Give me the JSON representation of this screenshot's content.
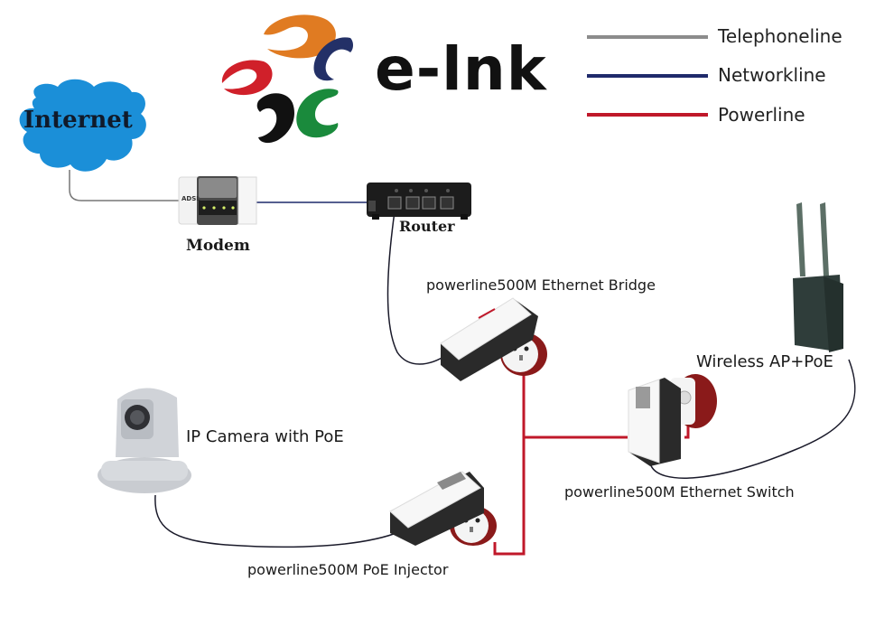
{
  "brand": {
    "name": "e-lnk",
    "logo_colors": [
      "#e07b22",
      "#d0202a",
      "#233067",
      "#111111",
      "#1a8a3c"
    ]
  },
  "legend": [
    {
      "label": "Telephoneline",
      "color": "#8c8c8c"
    },
    {
      "label": "Networkline",
      "color": "#1f2a6b"
    },
    {
      "label": "Powerline",
      "color": "#c0182a"
    }
  ],
  "nodes": {
    "internet": {
      "label": "Internet",
      "color": "#1b8fd8"
    },
    "modem": {
      "label": "Modem",
      "badge": "ADSL"
    },
    "router": {
      "label": "Router"
    },
    "bridge": {
      "label": "powerline500M Ethernet Bridge"
    },
    "switch": {
      "label": "powerline500M Ethernet Switch"
    },
    "wireless_ap": {
      "label": "Wireless AP+PoE"
    },
    "ip_camera": {
      "label": "IP Camera with PoE"
    },
    "poe_injector": {
      "label": "powerline500M PoE Injector"
    }
  }
}
